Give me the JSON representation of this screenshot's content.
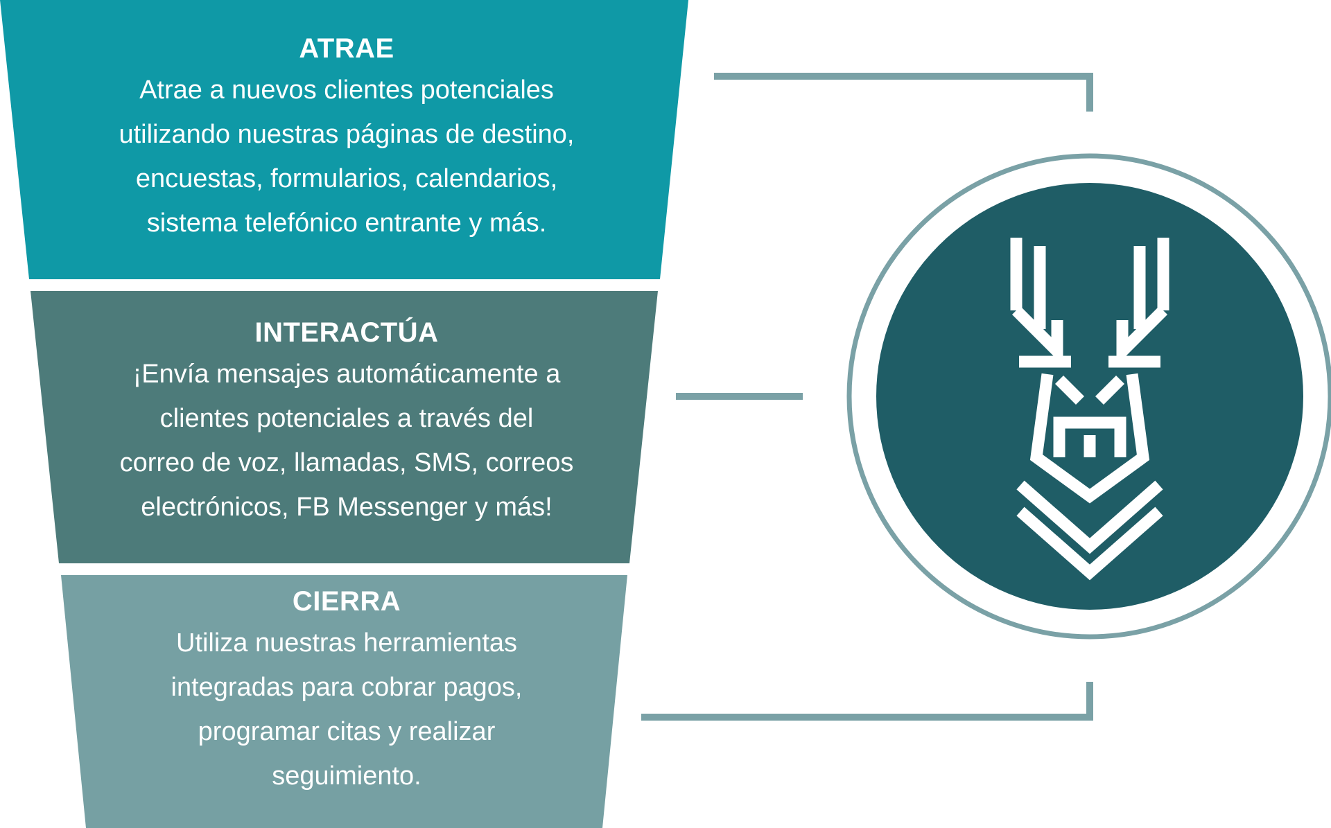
{
  "stages": [
    {
      "title": "ATRAE",
      "lines": [
        "Atrae a nuevos clientes potenciales",
        "utilizando nuestras páginas de destino,",
        "encuestas, formularios, calendarios,",
        "sistema telefónico entrante y más."
      ]
    },
    {
      "title": "INTERACTÚA",
      "lines": [
        "¡Envía mensajes automáticamente a",
        "clientes potenciales a través del",
        "correo de voz, llamadas, SMS, correos",
        "electrónicos, FB Messenger y más!"
      ]
    },
    {
      "title": "CIERRA",
      "lines": [
        "Utiliza nuestras herramientas",
        "integradas para cobrar pagos,",
        "programar citas y realizar",
        "seguimiento."
      ]
    }
  ],
  "colors": {
    "attract": "#0f99a6",
    "interact": "#4d7b7a",
    "close": "#76a0a3",
    "connector": "#7aa1a6",
    "circle_fill": "#1f5d66",
    "circle_ring": "#7aa1a6",
    "logo": "#ffffff"
  },
  "logo_icon": "deer-head-icon"
}
